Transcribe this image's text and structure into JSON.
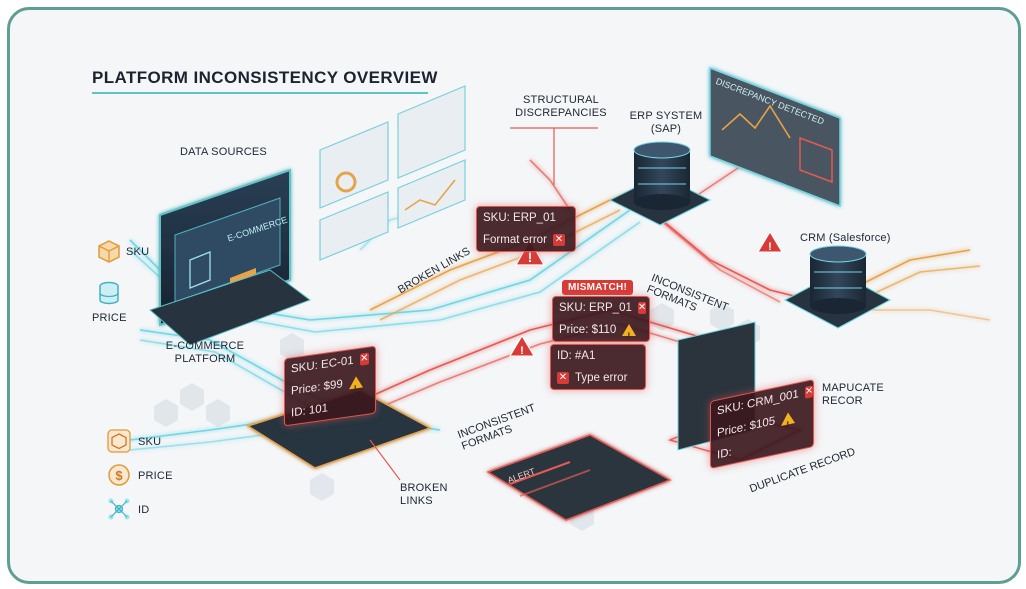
{
  "title": "PLATFORM INCONSISTENCY OVERVIEW",
  "labels": {
    "data_sources": "DATA SOURCES",
    "structural": "STRUCTURAL DISCREPANCIES",
    "erp": "ERP SYSTEM (SAP)",
    "crm": "CRM (Salesforce)",
    "ecommerce_platform": "E-COMMERCE PLATFORM",
    "broken_links_top": "BROKEN LINKS",
    "broken_links_bottom": "BROKEN LINKS",
    "inconsistent_formats_top": "INCONSISTENT FORMATS",
    "inconsistent_formats_bottom": "INCONSISTENT FORMATS",
    "duplicate_record": "DUPLICATE RECORD",
    "mapucate": "MAPUCATE RECOR",
    "ecommerce_screen": "E-COMMERCE"
  },
  "legend_top": [
    {
      "icon": "box-icon",
      "label": "SKU"
    },
    {
      "icon": "database-icon",
      "label": "PRICE"
    }
  ],
  "legend_bottom": [
    {
      "icon": "box-icon",
      "label": "SKU"
    },
    {
      "icon": "dollar-icon",
      "label": "PRICE"
    },
    {
      "icon": "network-icon",
      "label": "ID"
    }
  ],
  "cards": {
    "erp_card": {
      "sku": "SKU: ERP_01",
      "status": "Format error"
    },
    "mismatch": {
      "badge": "MISMATCH!",
      "sku": "SKU: ERP_01",
      "price": "Price: $110"
    },
    "id_card": {
      "id": "ID: #A1",
      "status": "Type error"
    },
    "ecom_card": {
      "sku": "SKU: EC-01",
      "price": "Price: $99",
      "id": "ID: 101"
    },
    "crm_card": {
      "sku": "SKU: CRM_001",
      "price": "Price: $105",
      "id": "ID:"
    }
  },
  "panels": {
    "discrepancy": "DISCREPANCY DETECTED",
    "alert": "ALERT"
  },
  "colors": {
    "accent_teal": "#5fc3c7",
    "error_red": "#e2554f",
    "warning_amber": "#f2b11f",
    "frame": "#5f9f93"
  }
}
